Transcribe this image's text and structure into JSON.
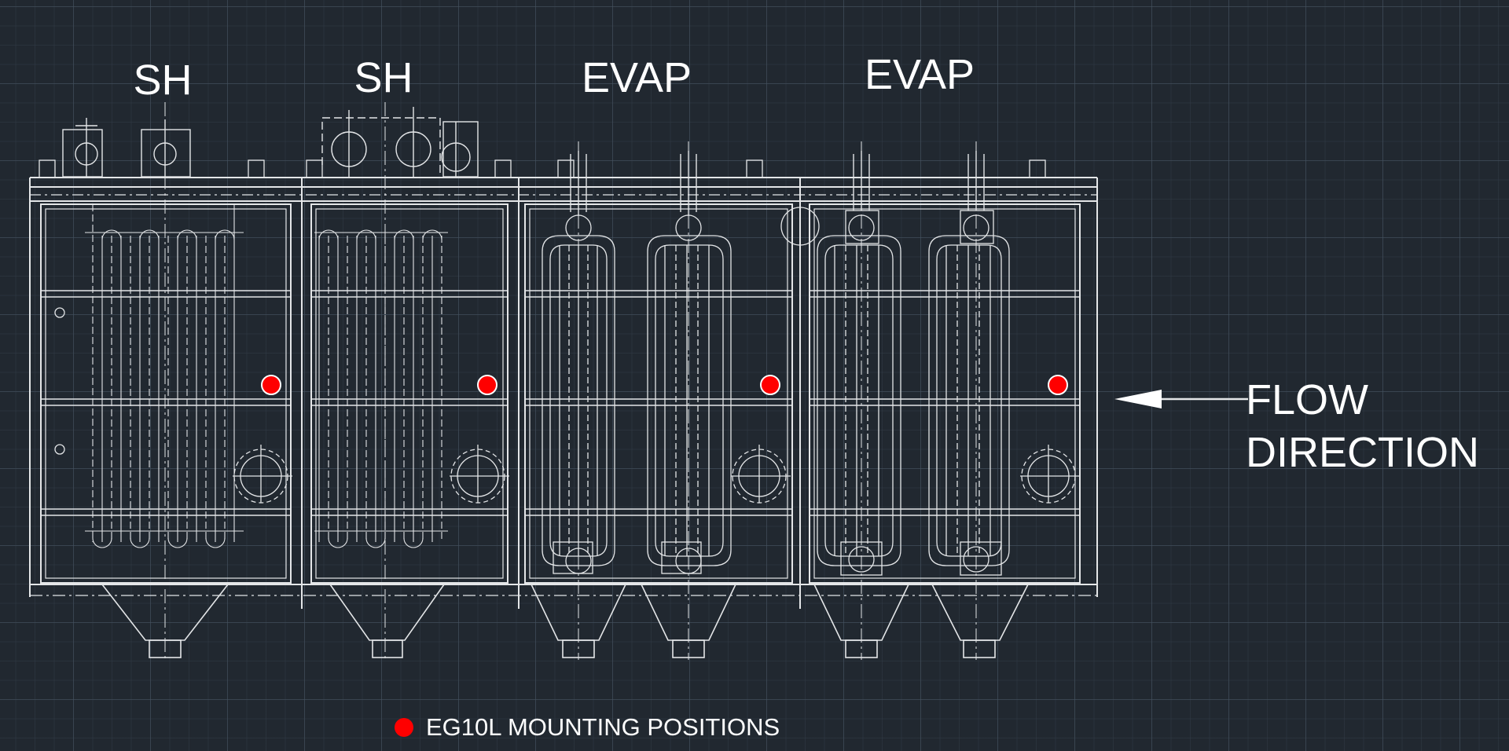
{
  "section_labels": [
    "SH",
    "SH",
    "EVAP",
    "EVAP"
  ],
  "flow": {
    "line1": "FLOW",
    "line2": "DIRECTION"
  },
  "legend": {
    "label": "EG10L MOUNTING POSITIONS"
  },
  "mounting_position_count": 4,
  "colors": {
    "background": "#212830",
    "linework": "#e4e6e8",
    "marker": "#ff0000",
    "marker_outline": "#ffffff"
  }
}
